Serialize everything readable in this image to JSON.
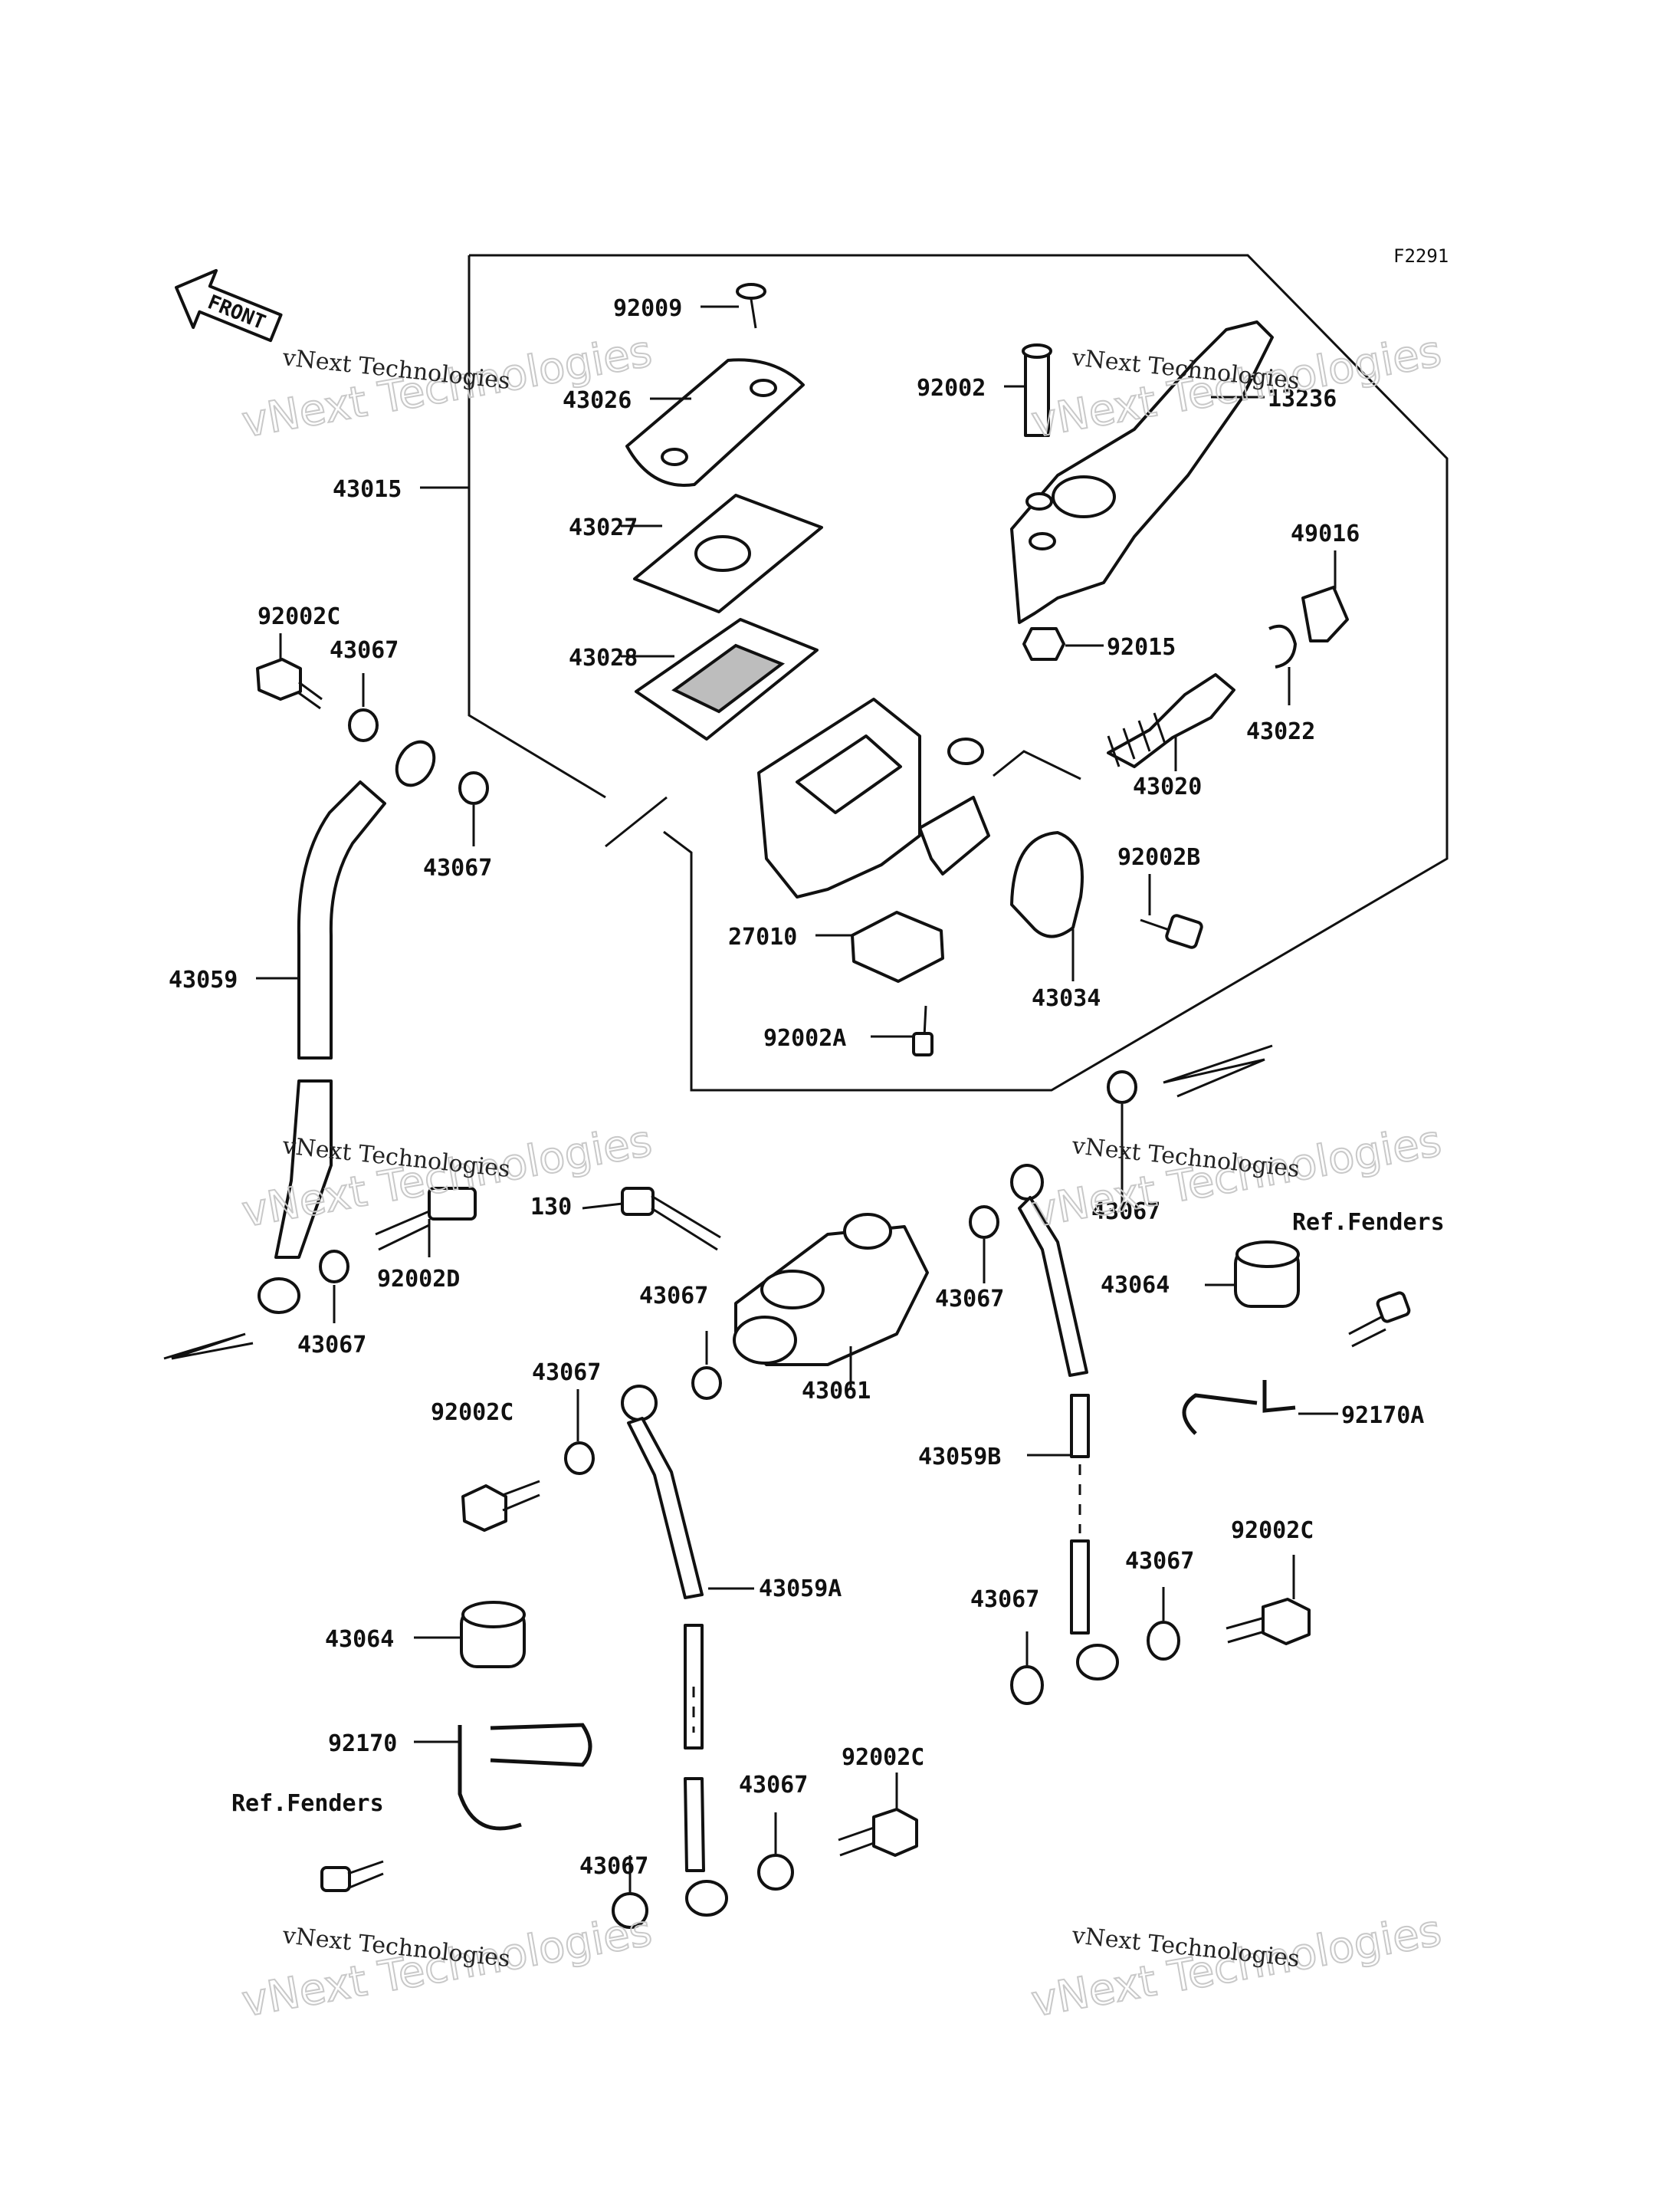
{
  "diagram_code": "F2291",
  "front_label": "FRONT",
  "watermark": {
    "line1": "vNext Technologies",
    "line2": "vNext Technologies"
  },
  "callouts": [
    {
      "id": "c92009",
      "text": "92009"
    },
    {
      "id": "c43026",
      "text": "43026"
    },
    {
      "id": "c43015",
      "text": "43015"
    },
    {
      "id": "c43027",
      "text": "43027"
    },
    {
      "id": "c43028",
      "text": "43028"
    },
    {
      "id": "c92002",
      "text": "92002"
    },
    {
      "id": "c13236",
      "text": "13236"
    },
    {
      "id": "c49016",
      "text": "49016"
    },
    {
      "id": "c92015",
      "text": "92015"
    },
    {
      "id": "c43022",
      "text": "43022"
    },
    {
      "id": "c43020",
      "text": "43020"
    },
    {
      "id": "c92002B",
      "text": "92002B"
    },
    {
      "id": "c27010",
      "text": "27010"
    },
    {
      "id": "c43034",
      "text": "43034"
    },
    {
      "id": "c92002A",
      "text": "92002A"
    },
    {
      "id": "c92002C_a",
      "text": "92002C"
    },
    {
      "id": "c43067_a",
      "text": "43067"
    },
    {
      "id": "c43067_b",
      "text": "43067"
    },
    {
      "id": "c43059",
      "text": "43059"
    },
    {
      "id": "c130",
      "text": "130"
    },
    {
      "id": "c92002D",
      "text": "92002D"
    },
    {
      "id": "c43067_c",
      "text": "43067"
    },
    {
      "id": "c43067_d",
      "text": "43067"
    },
    {
      "id": "c43061",
      "text": "43061"
    },
    {
      "id": "c43067_e",
      "text": "43067"
    },
    {
      "id": "c43067_f",
      "text": "43067"
    },
    {
      "id": "cRefFenders_a",
      "text": "Ref.Fenders"
    },
    {
      "id": "c43064_a",
      "text": "43064"
    },
    {
      "id": "c92170A",
      "text": "92170A"
    },
    {
      "id": "c43059B",
      "text": "43059B"
    },
    {
      "id": "c43067_g",
      "text": "43067"
    },
    {
      "id": "c92002C_b",
      "text": "92002C"
    },
    {
      "id": "c43059A",
      "text": "43059A"
    },
    {
      "id": "c43064_b",
      "text": "43064"
    },
    {
      "id": "c92170",
      "text": "92170"
    },
    {
      "id": "cRefFenders_b",
      "text": "Ref.Fenders"
    },
    {
      "id": "c43067_h",
      "text": "43067"
    },
    {
      "id": "c92002C_c",
      "text": "92002C"
    },
    {
      "id": "c43067_i",
      "text": "43067"
    },
    {
      "id": "c43067_j",
      "text": "43067"
    },
    {
      "id": "c43067_k",
      "text": "43067"
    },
    {
      "id": "c92002C_d",
      "text": "92002C"
    }
  ]
}
